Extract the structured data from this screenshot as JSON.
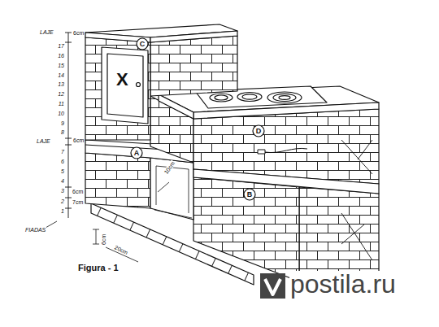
{
  "diagram": {
    "caption": "Figura - 1",
    "nodes": [
      {
        "text": [
          "C"
        ]
      },
      {
        "text": [
          "D"
        ]
      },
      {
        "text": [
          "A"
        ]
      },
      {
        "text": [
          "B"
        ]
      }
    ],
    "labels": [
      "LAJE",
      "6cm",
      "17",
      "16",
      "15",
      "14",
      "13",
      "12",
      "11",
      "10",
      "9",
      "8",
      "LAJE",
      "6cm",
      "7",
      "6",
      "5",
      "4",
      "3",
      "6cm",
      "2",
      "7cm",
      "1",
      "FIADAS",
      "10cm",
      "6cm",
      "20cm",
      "X",
      "postila.ru"
    ]
  }
}
